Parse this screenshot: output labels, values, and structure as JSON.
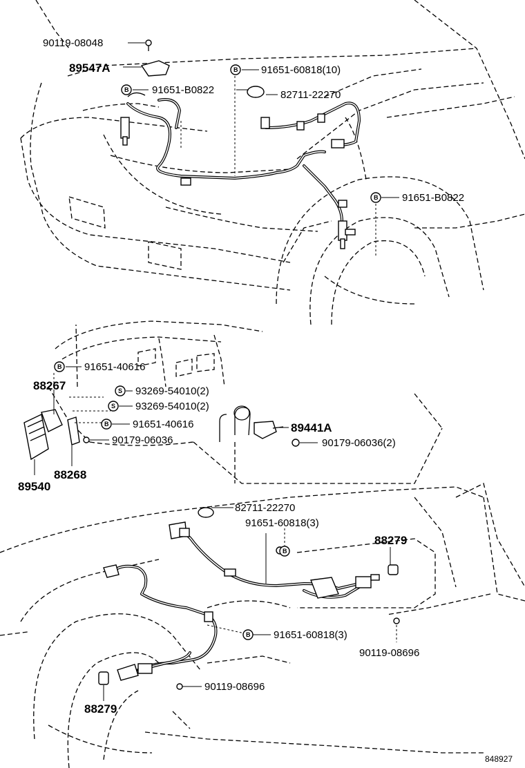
{
  "diagram": {
    "callouts": [
      {
        "id": "c1",
        "text": "90119-08048",
        "style": "normal",
        "badge": ""
      },
      {
        "id": "c2",
        "text": "89547A",
        "style": "big",
        "badge": ""
      },
      {
        "id": "c3",
        "text": "91651-60818(10)",
        "style": "normal",
        "badge": "B"
      },
      {
        "id": "c4",
        "text": "91651-B0822",
        "style": "normal",
        "badge": "B"
      },
      {
        "id": "c5",
        "text": "82711-22270",
        "style": "normal",
        "badge": ""
      },
      {
        "id": "c6",
        "text": "91651-B0822",
        "style": "normal",
        "badge": "B"
      },
      {
        "id": "c7",
        "text": "91651-40616",
        "style": "normal",
        "badge": "B"
      },
      {
        "id": "c8",
        "text": "88267",
        "style": "big",
        "badge": ""
      },
      {
        "id": "c9",
        "text": "93269-54010(2)",
        "style": "normal",
        "badge": "S"
      },
      {
        "id": "c10",
        "text": "93269-54010(2)",
        "style": "normal",
        "badge": "S"
      },
      {
        "id": "c11",
        "text": "91651-40616",
        "style": "normal",
        "badge": "B"
      },
      {
        "id": "c12",
        "text": "89441A",
        "style": "big",
        "badge": ""
      },
      {
        "id": "c13",
        "text": "90179-06036",
        "style": "normal",
        "badge": ""
      },
      {
        "id": "c14",
        "text": "90179-06036(2)",
        "style": "normal",
        "badge": ""
      },
      {
        "id": "c15",
        "text": "88268",
        "style": "big",
        "badge": ""
      },
      {
        "id": "c16",
        "text": "89540",
        "style": "big",
        "badge": ""
      },
      {
        "id": "c17",
        "text": "82711-22270",
        "style": "normal",
        "badge": ""
      },
      {
        "id": "c18",
        "text": "91651-60818(3)",
        "style": "normal",
        "badge": "B"
      },
      {
        "id": "c19",
        "text": "88279",
        "style": "big",
        "badge": ""
      },
      {
        "id": "c20",
        "text": "91651-60818(3)",
        "style": "normal",
        "badge": "B"
      },
      {
        "id": "c21",
        "text": "90119-08696",
        "style": "normal",
        "badge": ""
      },
      {
        "id": "c22",
        "text": "90119-08696",
        "style": "normal",
        "badge": ""
      },
      {
        "id": "c23",
        "text": "88279",
        "style": "big",
        "badge": ""
      }
    ],
    "reference_number": "848927"
  }
}
